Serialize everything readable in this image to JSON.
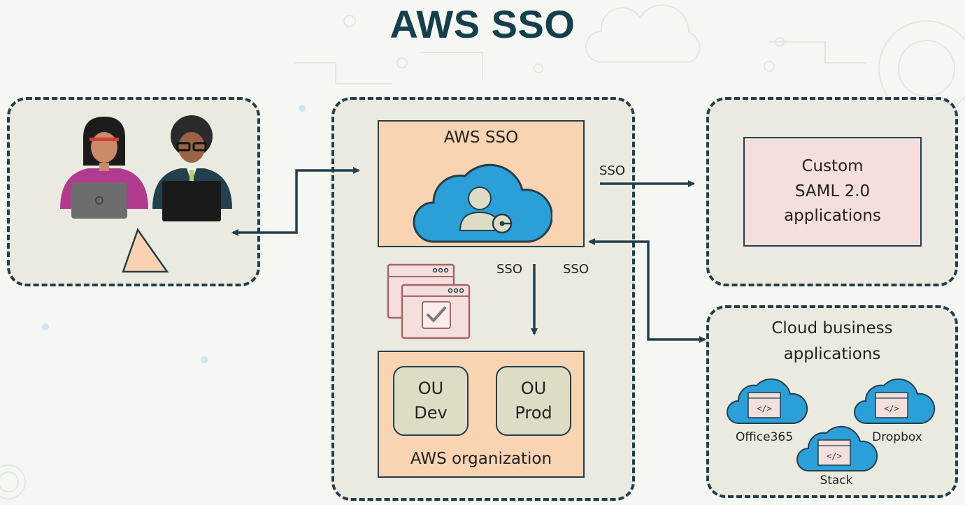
{
  "title": "AWS SSO",
  "users_panel": {},
  "sso_panel": {
    "sso_box_title": "AWS SSO",
    "edge_labels": {
      "to_saml": "SSO",
      "to_org": "SSO",
      "to_cloud": "SSO"
    },
    "organization": {
      "label": "AWS organization",
      "units": [
        {
          "line1": "OU",
          "line2": "Dev"
        },
        {
          "line1": "OU",
          "line2": "Prod"
        }
      ]
    }
  },
  "saml_panel": {
    "lines": [
      "Custom",
      "SAML 2.0",
      "applications"
    ]
  },
  "cloud_panel": {
    "title_line1": "Cloud business",
    "title_line2": "applications",
    "apps": [
      {
        "name": "Office365",
        "icon": "code-window-icon"
      },
      {
        "name": "Dropbox",
        "icon": "code-window-icon"
      },
      {
        "name": "Stack",
        "icon": "code-window-icon"
      }
    ]
  },
  "colors": {
    "dark": "#233f4c",
    "title": "#143f4c",
    "panel": "#ebeae1",
    "peach": "#f9d4b2",
    "cloud": "#2b9fd8",
    "pink": "#f4dfdd"
  }
}
